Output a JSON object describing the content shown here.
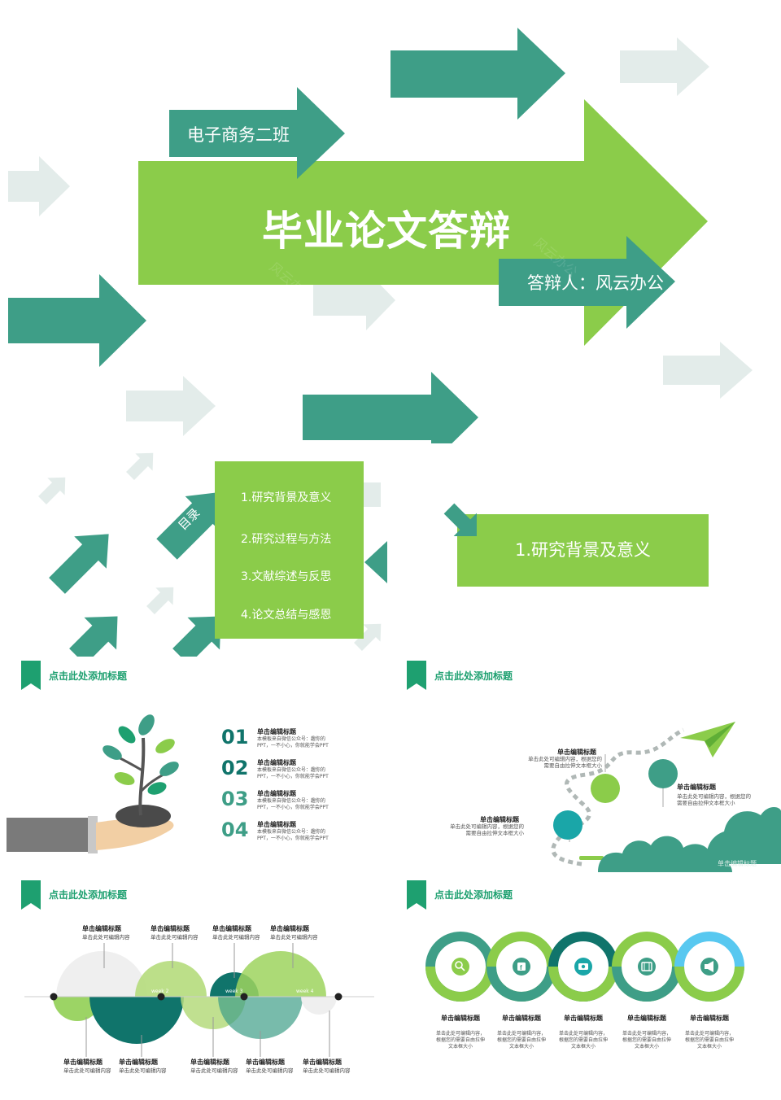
{
  "colors": {
    "teal": "#3e9e87",
    "green": "#8bcc4a",
    "pale": "#e3ecea",
    "dark_teal": "#10746b",
    "sky": "#58c8f0"
  },
  "cover": {
    "class_label": "电子商务二班",
    "main_title": "毕业论文答辩",
    "presenter": "答辩人：风云办公"
  },
  "toc": {
    "tag": "目录",
    "items": [
      "1.研究背景及意义",
      "2.研究过程与方法",
      "3.文献综述与反思",
      "4.论文总结与感恩"
    ]
  },
  "section": {
    "title": "1.研究背景及意义"
  },
  "slide3": {
    "header": "点击此处添加标题",
    "items": [
      {
        "num": "01",
        "title": "单击编辑标题",
        "desc": "本模板来自微信公众号：趣你的PPT，一不小心，你就能学会PPT"
      },
      {
        "num": "02",
        "title": "单击编辑标题",
        "desc": "本模板来自微信公众号：趣你的PPT，一不小心，你就能学会PPT"
      },
      {
        "num": "03",
        "title": "单击编辑标题",
        "desc": "本模板来自微信公众号：趣你的PPT，一不小心，你就能学会PPT"
      },
      {
        "num": "04",
        "title": "单击编辑标题",
        "desc": "本模板来自微信公众号：趣你的PPT，一不小心，你就能学会PPT"
      }
    ]
  },
  "slide4": {
    "header": "点击此处添加标题",
    "top": {
      "title": "单击编辑标题",
      "desc": "单击此处可编辑内容，根据您的需要自由拉伸文本框大小"
    },
    "right": {
      "title": "单击编辑标题",
      "desc": "单击此处可编辑内容，根据您的需要自由拉伸文本框大小"
    },
    "left": {
      "title": "单击编辑标题",
      "desc": "单击此处可编辑内容，根据您的需要自由拉伸文本框大小"
    },
    "cloud_label": "单击编辑标题"
  },
  "slide5": {
    "header": "点击此处添加标题",
    "top_labels": [
      {
        "title": "单击编辑标题",
        "sub": "单击此处可编辑内容"
      },
      {
        "title": "单击编辑标题",
        "sub": "单击此处可编辑内容"
      },
      {
        "title": "单击编辑标题",
        "sub": "单击此处可编辑内容"
      },
      {
        "title": "单击编辑标题",
        "sub": "单击此处可编辑内容"
      }
    ],
    "bottom_labels": [
      {
        "title": "单击编辑标题",
        "sub": "单击此处可编辑内容"
      },
      {
        "title": "单击编辑标题",
        "sub": "单击此处可编辑内容"
      },
      {
        "title": "单击编辑标题",
        "sub": "单击此处可编辑内容"
      },
      {
        "title": "单击编辑标题",
        "sub": "单击此处可编辑内容"
      },
      {
        "title": "单击编辑标题",
        "sub": "单击此处可编辑内容"
      }
    ],
    "weeks": [
      "week 2",
      "week 3",
      "week 4"
    ]
  },
  "slide6": {
    "header": "点击此处添加标题",
    "items": [
      {
        "icon": "search-icon",
        "title": "单击编辑标题",
        "desc": "单击此处可编辑内容，根据您的需要自由拉伸文本框大小"
      },
      {
        "icon": "facebook-icon",
        "title": "单击编辑标题",
        "desc": "单击此处可编辑内容，根据您的需要自由拉伸文本框大小"
      },
      {
        "icon": "camera-icon",
        "title": "单击编辑标题",
        "desc": "单击此处可编辑内容，根据您的需要自由拉伸文本框大小"
      },
      {
        "icon": "film-icon",
        "title": "单击编辑标题",
        "desc": "单击此处可编辑内容，根据您的需要自由拉伸文本框大小"
      },
      {
        "icon": "megaphone-icon",
        "title": "单击编辑标题",
        "desc": "单击此处可编辑内容，根据您的需要自由拉伸文本框大小"
      }
    ]
  }
}
